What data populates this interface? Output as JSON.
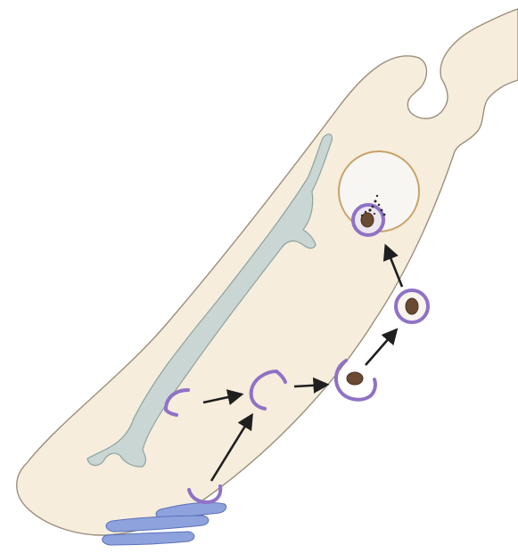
{
  "diagram": {
    "colors": {
      "background": "#ffffff",
      "cell_fill": "#f6eddc",
      "cell_outline": "#9b8f7c",
      "er_fill": "#c9d6d3",
      "er_outline": "#8fa3a0",
      "golgi_fill": "#8ea2dd",
      "golgi_outline": "#5c70b8",
      "membrane": "#8f72c6",
      "arrow": "#1f1f1f",
      "vacuole_fill": "#f8f6f2",
      "vacuole_outline": "#c8a36a",
      "food_particle": "#6b4a33"
    },
    "icons": [
      "cell-body-shape",
      "endoplasmic-reticulum",
      "golgi-stack",
      "vesicle-membrane",
      "food-particle",
      "digestive-vacuole",
      "flow-arrow"
    ]
  }
}
